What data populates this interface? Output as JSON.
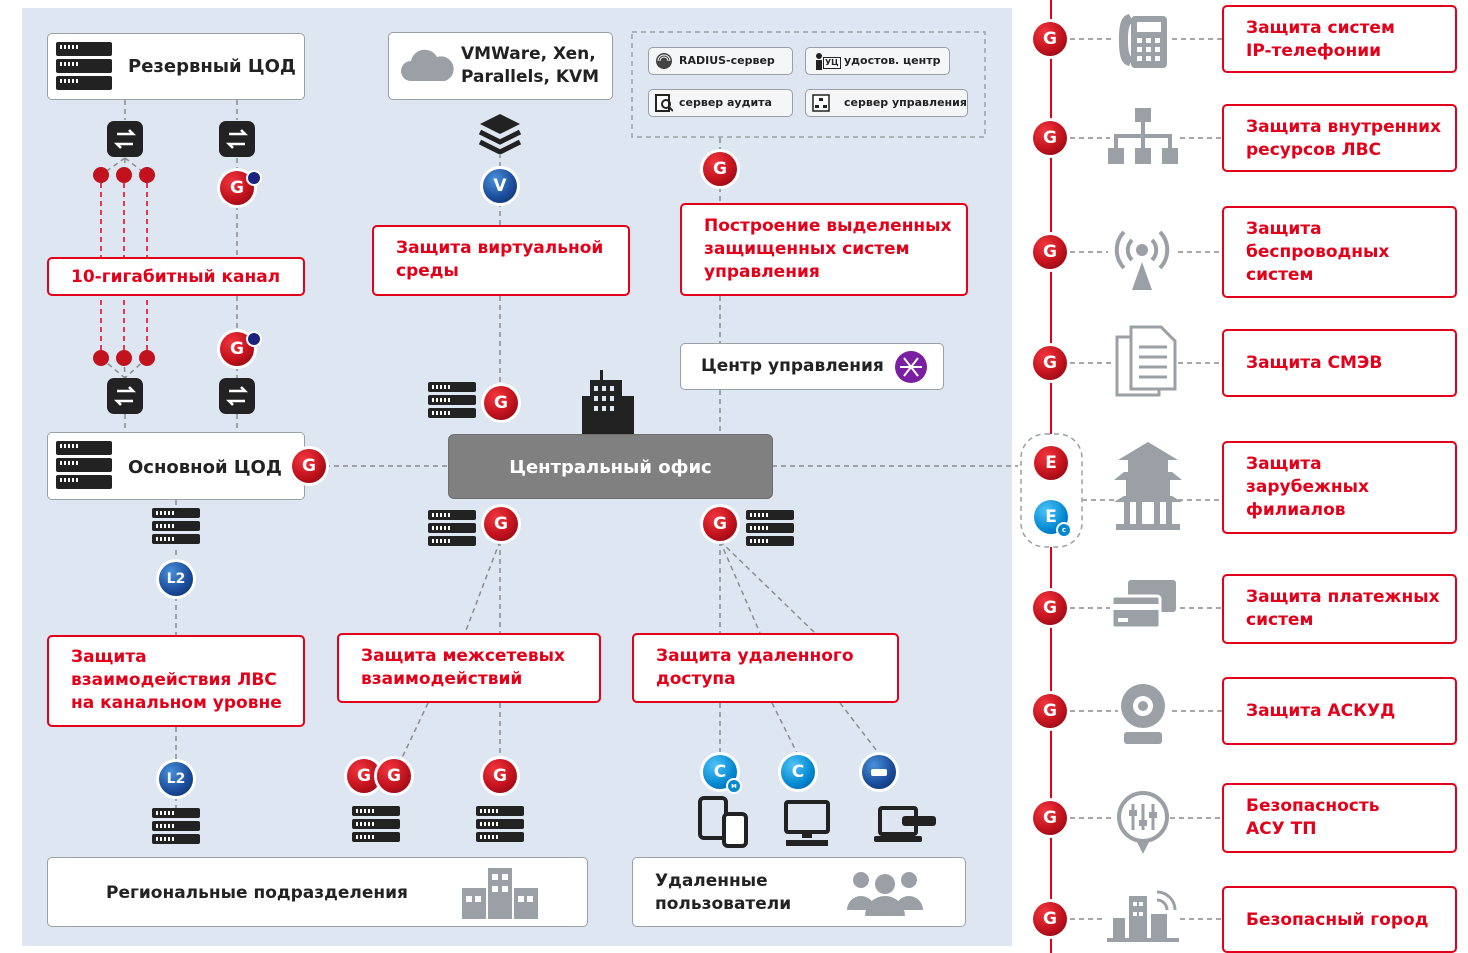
{
  "sites": {
    "reserve_dc": "Резервный ЦОД",
    "main_dc": "Основной ЦОД",
    "virt_platforms": "VMWare, Xen,\nParallels, KVM",
    "central_office": "Центральный офис",
    "control_center": "Центр управления",
    "regional": "Региональные подразделения",
    "remote_users": "Удаленные\nпользователи"
  },
  "servers": {
    "radius": "RADIUS-сервер",
    "ca": "удостов. центр",
    "ca_badge": "УЦ",
    "audit": "сервер аудита",
    "mgmt": "сервер управления"
  },
  "functions": {
    "channel": "10-гигабитный канал",
    "virtual": "Защита виртуальной\nсреды",
    "dedicated": "Построение выделенных\nзащищенных систем\nуправления",
    "l2": "Защита\nвзаимодействия ЛВС\nна канальном уровне",
    "firewall": "Защита межсетевых\nвзаимодействий",
    "remote": "Защита удаленного\nдоступа"
  },
  "solutions": [
    {
      "label": "Защита систем\nIP-телефонии",
      "icon": "ip-phone-icon"
    },
    {
      "label": "Защита внутренних\nресурсов ЛВС",
      "icon": "lan-hierarchy-icon"
    },
    {
      "label": "Защита\nбеспроводных\nсистем",
      "icon": "wireless-antenna-icon"
    },
    {
      "label": "Защита СМЭВ",
      "icon": "documents-icon"
    },
    {
      "label": "Защита\nзарубежных\nфилиалов",
      "icon": "pagoda-icon"
    },
    {
      "label": "Защита платежных\nсистем",
      "icon": "payment-cards-icon"
    },
    {
      "label": "Защита АСКУД",
      "icon": "webcam-icon"
    },
    {
      "label": "Безопасность\nАСУ ТП",
      "icon": "control-panel-icon"
    },
    {
      "label": "Безопасный город",
      "icon": "city-icon"
    }
  ],
  "badges": {
    "g": "G",
    "v": "V",
    "l2": "L2",
    "e": "E",
    "c": "C",
    "m": "м",
    "ec": "c"
  },
  "colors": {
    "accent": "#e2001a",
    "badge_red": "#c1121d",
    "badge_blue": "#1c4f9e",
    "badge_cyan": "#0288d1",
    "panel": "#dee6f1",
    "office": "#808080"
  }
}
